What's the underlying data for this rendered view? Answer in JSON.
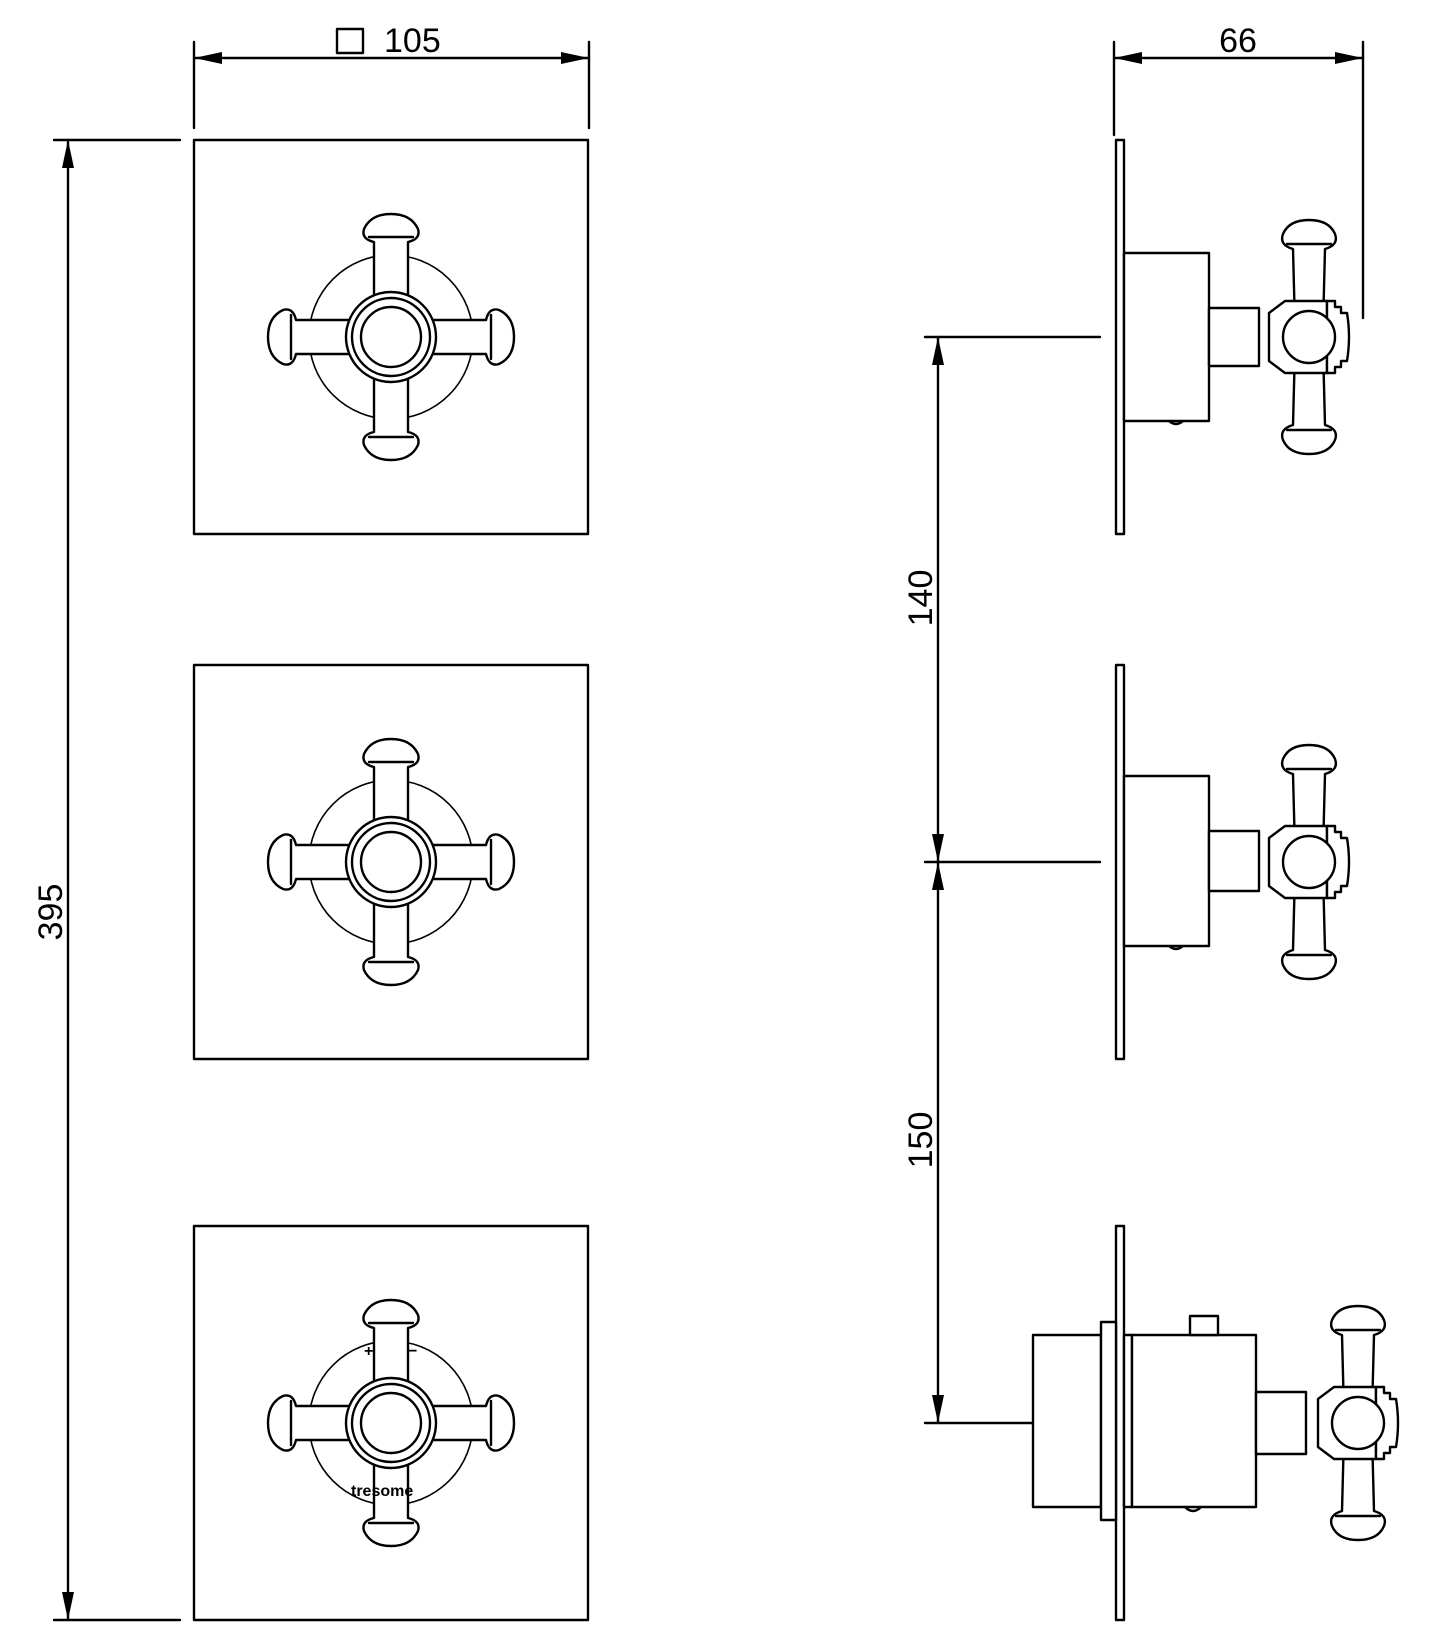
{
  "dimensions": {
    "plate_size": "105",
    "total_height": "395",
    "depth": "66",
    "spacing_upper": "140",
    "spacing_lower": "150"
  },
  "bottom_plate": {
    "plus_mark": "+",
    "minus_mark": "−",
    "brand_text": "tresome"
  },
  "colors": {
    "line": "#000000",
    "background": "#ffffff"
  }
}
